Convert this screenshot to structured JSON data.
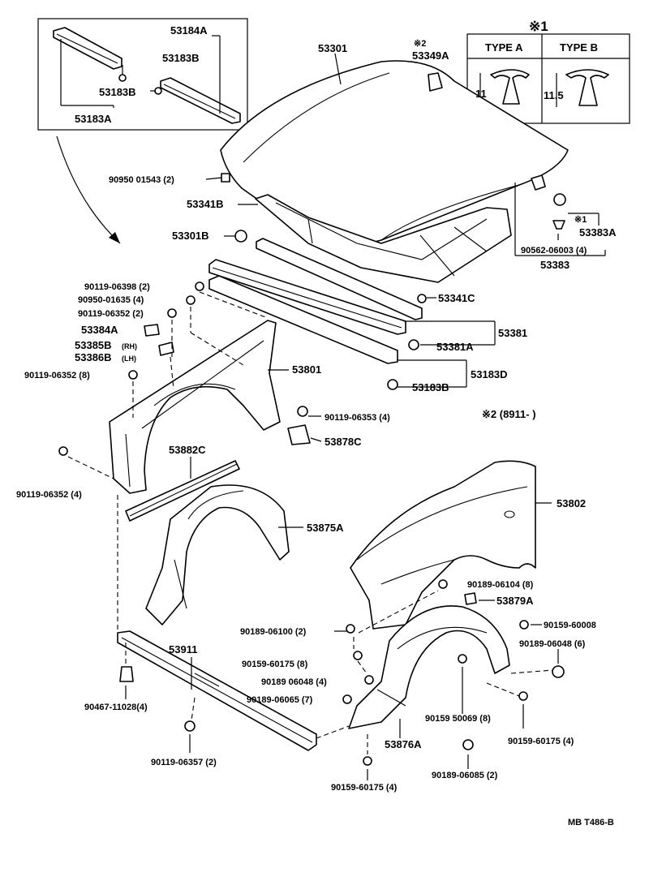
{
  "diagram_id": "MB T486-B",
  "type_table": {
    "header": "※1",
    "type_a": "TYPE A",
    "type_b": "TYPE B",
    "dim_a": "11",
    "dim_b": "11.5"
  },
  "note2": "※2 (8911-      )",
  "labels": {
    "p53184A": "53184A",
    "p53183B_top": "53183B",
    "p53183B_mid": "53183B",
    "p53183A": "53183A",
    "p53301": "53301",
    "p53349A_mark": "※2",
    "p53349A": "53349A",
    "p90950_01543": "90950 01543 (2)",
    "p53341B": "53341B",
    "p53301B": "53301B",
    "p53383A_mark": "※1",
    "p53383A": "53383A",
    "p90562_06003": "90562-06003 (4)",
    "p53383": "53383",
    "p90119_06398": "90119-06398 (2)",
    "p90950_01635": "90950-01635 (4)",
    "p90119_06352a": "90119-06352 (2)",
    "p53384A": "53384A",
    "p53385B": "53385B",
    "p53385B_sub": "(RH)",
    "p53386B": "53386B",
    "p53386B_sub": "(LH)",
    "p53341C": "53341C",
    "p53381": "53381",
    "p53381A": "53381A",
    "p90119_06352b": "90119-06352 (8)",
    "p53801": "53801",
    "p53183D": "53183D",
    "p53183B_low": "53183B",
    "p90119_06353": "90119-06353 (4)",
    "p53878C": "53878C",
    "p53882C": "53882C",
    "p90119_06352c": "90119-06352 (4)",
    "p53802": "53802",
    "p53875A": "53875A",
    "p90189_06104": "90189-06104 (8)",
    "p53879A": "53879A",
    "p90189_06100": "90189-06100 (2)",
    "p90159_60008": "90159-60008",
    "p53911": "53911",
    "p90189_06048a": "90189-06048 (6)",
    "p90159_60175a": "90159-60175 (8)",
    "p90189_06048b": "90189 06048 (4)",
    "p90467_11028": "90467-11028(4)",
    "p90189_06065a": "90189-06065 (7)",
    "p90159_50069": "90159 50069 (8)",
    "p90159_60175b": "90159-60175 (4)",
    "p53876A": "53876A",
    "p90119_06357": "90119-06357 (2)",
    "p90189_06065b": "90189-06085 (2)",
    "p90159_60175c": "90159-60175 (4)"
  }
}
